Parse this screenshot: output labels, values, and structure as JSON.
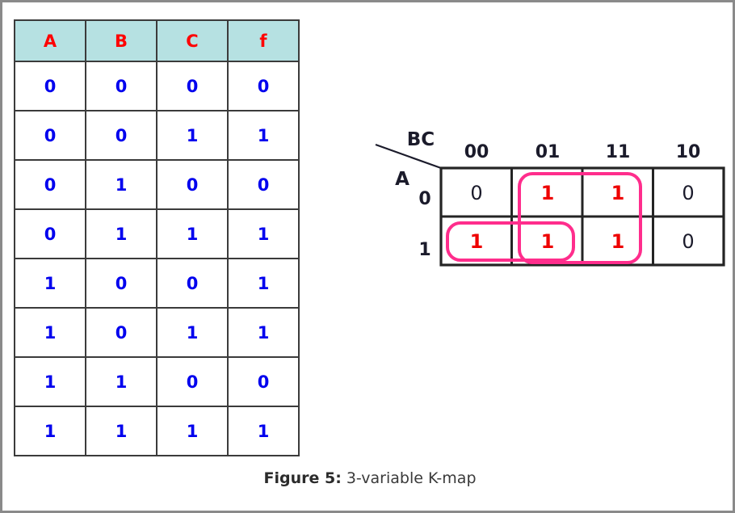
{
  "figure": {
    "caption_label": "Figure 5:",
    "caption_text": "3-variable K-map"
  },
  "truth_table": {
    "headers": [
      "A",
      "B",
      "C",
      "f"
    ],
    "header_color": "#ff0000",
    "header_background": "#b6e1e2",
    "value_color": "#0000ee",
    "rows": [
      [
        "0",
        "0",
        "0",
        "0"
      ],
      [
        "0",
        "0",
        "1",
        "1"
      ],
      [
        "0",
        "1",
        "0",
        "0"
      ],
      [
        "0",
        "1",
        "1",
        "1"
      ],
      [
        "1",
        "0",
        "0",
        "1"
      ],
      [
        "1",
        "0",
        "1",
        "1"
      ],
      [
        "1",
        "1",
        "0",
        "0"
      ],
      [
        "1",
        "1",
        "1",
        "1"
      ]
    ]
  },
  "kmap": {
    "corner_row_label": "A",
    "corner_col_label": "BC",
    "col_headers": [
      "00",
      "01",
      "11",
      "10"
    ],
    "row_headers": [
      "0",
      "1"
    ],
    "cells": [
      [
        "0",
        "1",
        "1",
        "0"
      ],
      [
        "1",
        "1",
        "1",
        "0"
      ]
    ],
    "one_color": "#ee0000",
    "zero_color": "#1b1b2b",
    "group_color": "#ff2d8c",
    "groups": [
      {
        "name": "group-c",
        "cols": "01-11",
        "rows": "0-1"
      },
      {
        "name": "group-ab",
        "cols": "00-01",
        "rows": "1"
      }
    ]
  }
}
